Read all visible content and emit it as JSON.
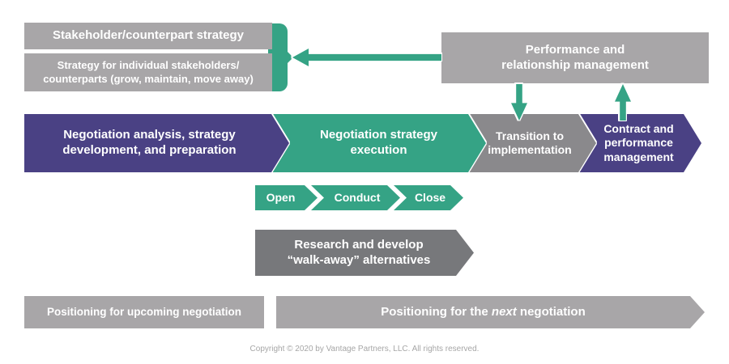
{
  "colors": {
    "purple": "#4a4184",
    "teal": "#35a385",
    "gray_light": "#a8a6a8",
    "gray_mid": "#8a898c",
    "gray_dark": "#77787b",
    "copyright_gray": "#a6a6a6"
  },
  "top_left": {
    "box1": "Stakeholder/counterpart strategy",
    "box2": "Strategy for individual stakeholders/\ncounterparts (grow, maintain, move away)"
  },
  "performance_box": {
    "label": "Performance and\nrelationship management"
  },
  "main_flow": [
    {
      "label": "Negotiation analysis, strategy\ndevelopment, and preparation",
      "color": "purple"
    },
    {
      "label": "Negotiation strategy\nexecution",
      "color": "teal"
    },
    {
      "label": "Transition to\nimplementation",
      "color": "gray"
    },
    {
      "label": "Contract and\nperformance\nmanagement",
      "color": "purple"
    }
  ],
  "sub_steps": [
    "Open",
    "Conduct",
    "Close"
  ],
  "research_arrow": {
    "label": "Research and develop\n“walk-away” alternatives"
  },
  "bottom": {
    "left_box": "Positioning for upcoming negotiation",
    "next_prefix": "Positioning for the ",
    "next_italic": "next",
    "next_suffix": " negotiation"
  },
  "copyright": "Copyright © 2020 by Vantage Partners, LLC. All rights reserved."
}
